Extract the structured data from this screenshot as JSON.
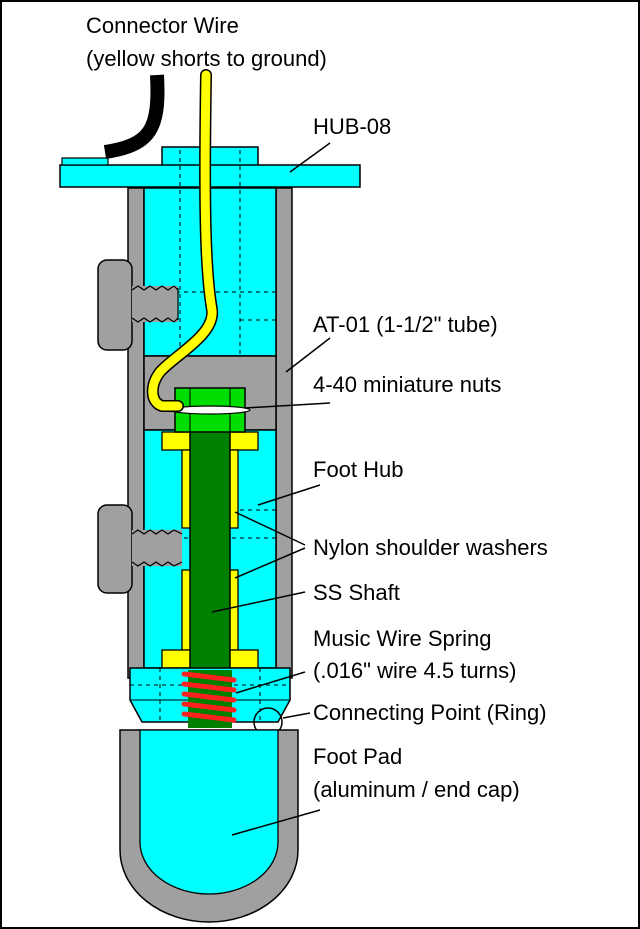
{
  "labels": {
    "connector_wire_line1": "Connector Wire",
    "connector_wire_line2": "(yellow shorts to ground)",
    "hub08": "HUB-08",
    "at01": "AT-01 (1-1/2\" tube)",
    "nuts": "4-40 miniature nuts",
    "foot_hub": "Foot Hub",
    "nylon_washers": "Nylon shoulder washers",
    "ss_shaft": "SS Shaft",
    "spring_line1": "Music Wire Spring",
    "spring_line2": "(.016\" wire 4.5 turns)",
    "connecting_point": "Connecting Point (Ring)",
    "foot_pad_line1": "Foot Pad",
    "foot_pad_line2": "(aluminum / end cap)"
  },
  "colors": {
    "tube_gray": "#a0a0a0",
    "cyan": "#00ffff",
    "yellow": "#ffff00",
    "green": "#008000",
    "bright_green": "#00dd00",
    "spring_red": "#ff2020",
    "outline": "#000000"
  }
}
